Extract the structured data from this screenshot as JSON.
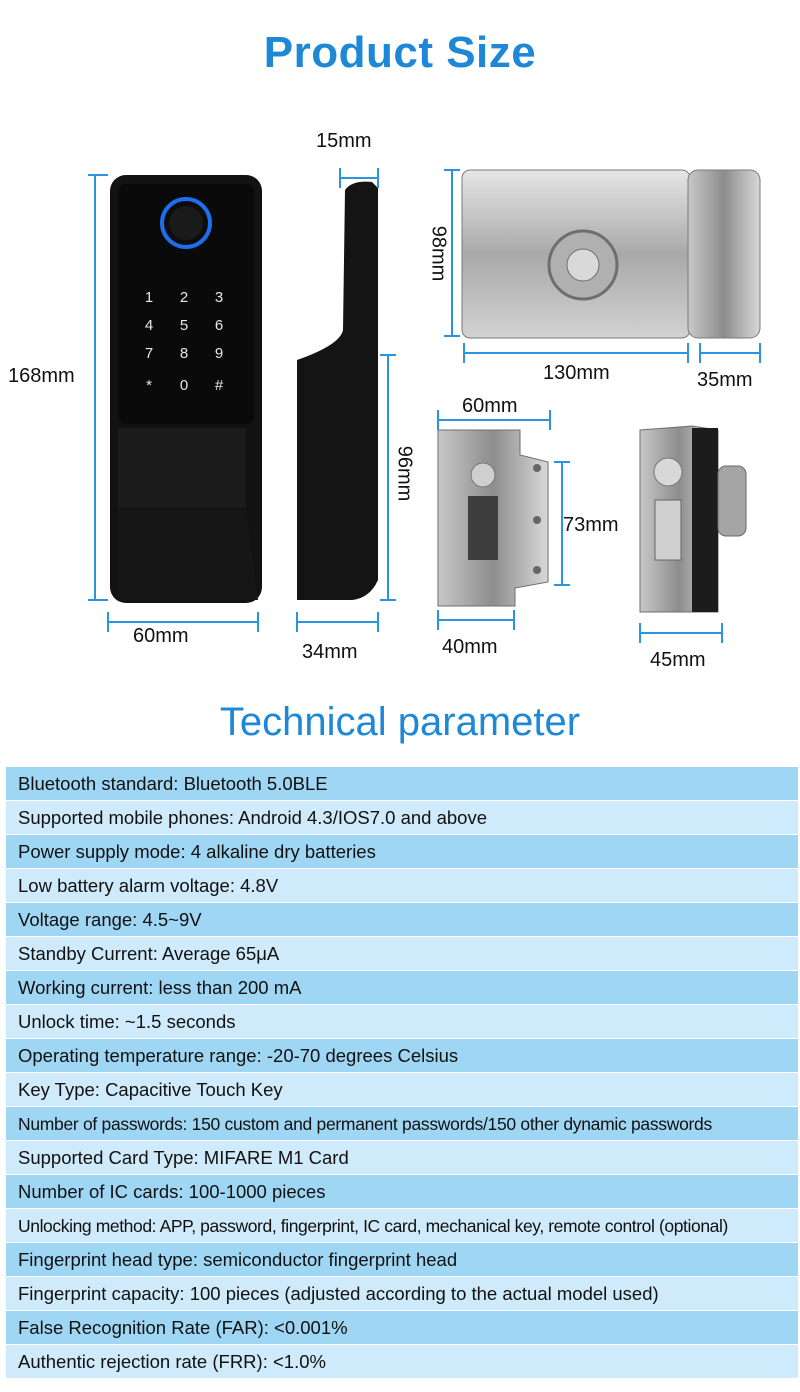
{
  "titles": {
    "product_size": "Product Size",
    "technical": "Technical parameter"
  },
  "dimensions": {
    "front_height": "168mm",
    "front_width": "60mm",
    "side_top": "15mm",
    "side_height": "96mm",
    "side_bottom": "34mm",
    "lock_height": "98mm",
    "lock_width": "130mm",
    "lock_bolt": "35mm",
    "box_width": "60mm",
    "box_height": "73mm",
    "box_bottom": "40mm",
    "box_side": "45mm"
  },
  "keypad": [
    "1",
    "2",
    "3",
    "4",
    "5",
    "6",
    "7",
    "8",
    "9",
    "*",
    "0",
    "#"
  ],
  "colors": {
    "accent": "#1e88d6",
    "row_dark": "#9fd6f4",
    "row_light": "#cfeafb"
  },
  "parameters": [
    "Bluetooth standard: Bluetooth 5.0BLE",
    "Supported mobile phones: Android 4.3/IOS7.0 and above",
    "Power supply mode: 4 alkaline dry batteries",
    "Low battery alarm voltage: 4.8V",
    "Voltage range: 4.5~9V",
    "Standby Current: Average 65μA",
    "Working current: less than 200 mA",
    "Unlock time: ~1.5 seconds",
    "Operating temperature range: -20-70 degrees Celsius",
    "Key Type: Capacitive Touch Key",
    "Number of passwords: 150 custom and permanent passwords/150 other dynamic passwords",
    "Supported Card Type: MIFARE M1 Card",
    "Number of IC cards: 100-1000 pieces",
    "Unlocking method: APP, password, fingerprint, IC card, mechanical key, remote control (optional)",
    "Fingerprint head type: semiconductor fingerprint head",
    "Fingerprint capacity: 100 pieces (adjusted according to the actual model used)",
    "False Recognition Rate (FAR): <0.001%",
    "Authentic rejection rate (FRR): <1.0%"
  ]
}
